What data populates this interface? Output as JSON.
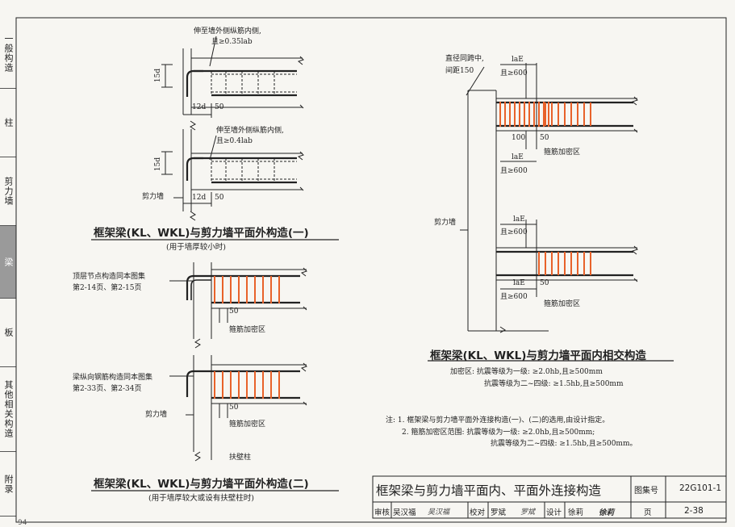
{
  "side_tabs": [
    "一般构造",
    "柱",
    "剪力墙",
    "梁",
    "板",
    "其他相关构造",
    "附录"
  ],
  "active_tab": "梁",
  "page_number_left": "94",
  "fig1": {
    "title": "框架梁(KL、WKL)与剪力墙平面外构造(一)",
    "subtitle": "(用于墙厚较小时)",
    "note_top": "伸至墙外侧纵筋内侧,",
    "note_top2": "且≥0.35lab",
    "note_bottom": "伸至墙外侧纵筋内侧,",
    "note_bottom2": "且≥0.4lab",
    "dim_15d": "15d",
    "dim_12d": "12d",
    "dim_50": "50",
    "wall_label": "剪力墙"
  },
  "fig2": {
    "title": "框架梁(KL、WKL)与剪力墙平面外构造(二)",
    "subtitle": "(用于墙厚较大或设有扶壁柱时)",
    "note1": "顶层节点构造同本图集",
    "note1b": "第2-14页、第2-15页",
    "note2": "梁纵向钢筋构造同本图集",
    "note2b": "第2-33页、第2-34页",
    "dim_50": "50",
    "dense_zone": "箍筋加密区",
    "wall_label": "剪力墙",
    "pilaster_label": "扶壁柱"
  },
  "fig3": {
    "title": "框架梁(KL、WKL)与剪力墙平面内相交构造",
    "note_diam": "直径同跨中,",
    "note_spacing": "间距150",
    "dim_lae": "laE",
    "dim_ge600": "且≥600",
    "dim_100": "100",
    "dim_50": "50",
    "dense_zone": "箍筋加密区",
    "wall_label": "剪力墙",
    "dense_note1": "加密区: 抗震等级为一级: ≥2.0hb,且≥500mm",
    "dense_note2": "抗震等级为二~四级: ≥1.5hb,且≥500mm"
  },
  "notes": {
    "line1": "注: 1. 框架梁与剪力墙平面外连接构造(一)、(二)的选用,由设计指定。",
    "line2": "2. 箍筋加密区范围: 抗震等级为一级: ≥2.0hb,且≥500mm;",
    "line3": "抗震等级为二~四级: ≥1.5hb,且≥500mm。"
  },
  "title_block": {
    "main_title": "框架梁与剪力墙平面内、平面外连接构造",
    "atlas_label": "图集号",
    "atlas_value": "22G101-1",
    "page_label": "页",
    "page_value": "2-38",
    "review_label": "审核",
    "reviewer": "吴汉福",
    "reviewer_sig": "吴汉福",
    "check_label": "校对",
    "checker": "罗斌",
    "checker_sig": "罗斌",
    "design_label": "设计",
    "designer": "徐莉",
    "designer_sig": "徐莉"
  },
  "colors": {
    "stirrup": "#e8622a",
    "line": "#222222",
    "paper": "#f7f6f2"
  }
}
